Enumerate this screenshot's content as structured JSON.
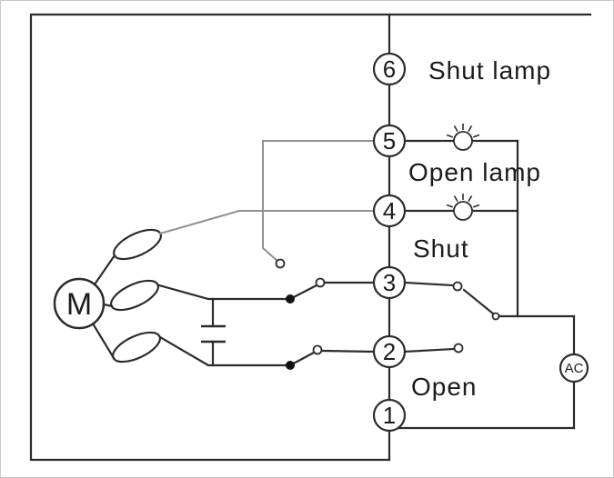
{
  "diagram": {
    "terminal_numbers": [
      "6",
      "5",
      "4",
      "3",
      "2",
      "1"
    ],
    "labels": {
      "shut_lamp": "Shut lamp",
      "open_lamp": "Open lamp",
      "shut": "Shut",
      "open": "Open"
    },
    "motor_label": "M",
    "ac_source_label": "AC",
    "colors": {
      "wire": "#2b2b2b",
      "secondary_wire": "#8f8f8f",
      "background": "#ffffff",
      "frame": "#c8c8c8"
    }
  }
}
